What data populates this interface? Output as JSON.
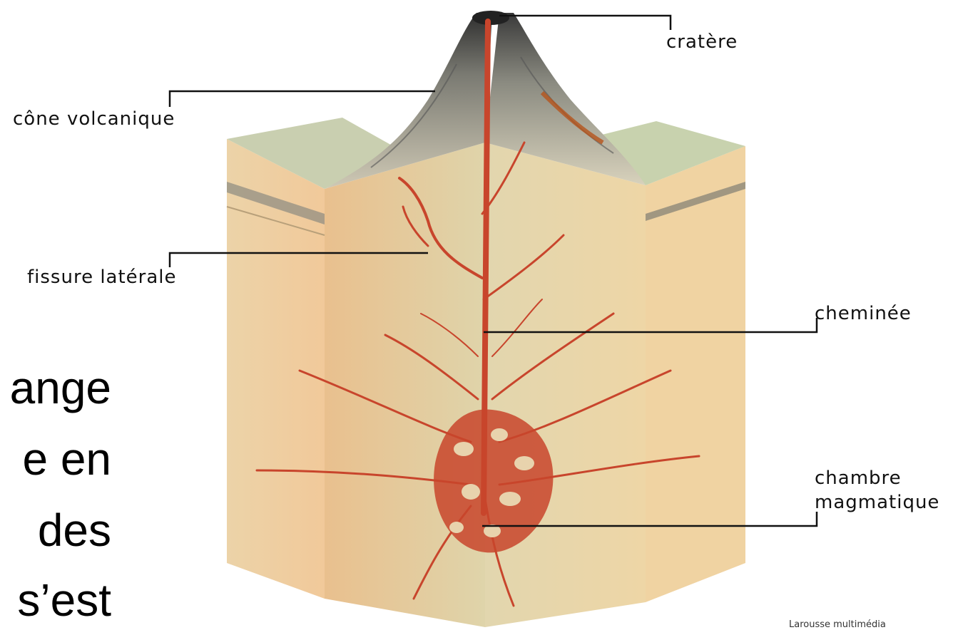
{
  "labels": {
    "crater": "cratère",
    "cone": "cône volcanique",
    "fissure": "fissure latérale",
    "chimney": "cheminée",
    "chamber_line1": "chambre",
    "chamber_line2": "magmatique"
  },
  "slide_text": [
    "ange",
    "e en",
    "des",
    "s’est"
  ],
  "credit": "Larousse multimédia",
  "colors": {
    "rock_front": "#f0cfa0",
    "rock_side": "#ead9b0",
    "cone_grey": "#9a9a90",
    "magma": "#c8452c",
    "ground_green": "#b9c9a0"
  }
}
